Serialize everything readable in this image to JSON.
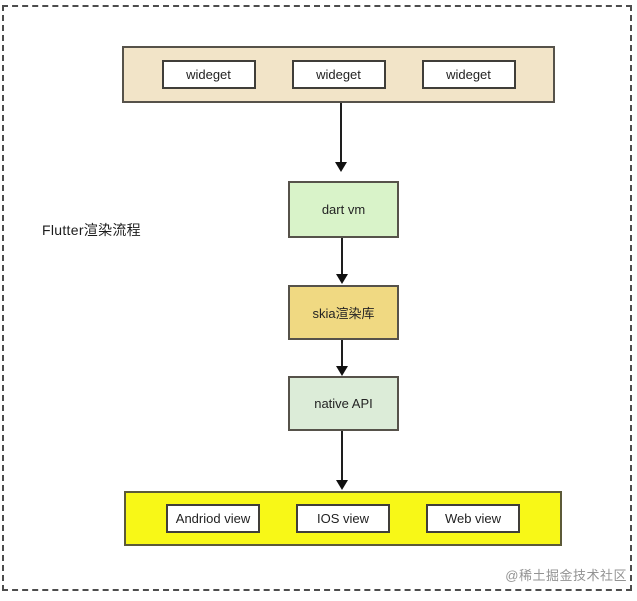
{
  "page": {
    "title": "Flutter渲染流程",
    "watermark": "@稀土掘金技术社区",
    "background": "#ffffff",
    "frame_border": "#4d4d4d"
  },
  "colors": {
    "widgets_bar": "#f2e4c8",
    "dart_vm": "#d9f3c9",
    "skia": "#f0d982",
    "native_api": "#dcecd8",
    "platform_bar": "#f8f817",
    "inner_box_fill": "#ffffff",
    "node_border": "#56524a",
    "arrow": "#1e1e1e",
    "watermark_text": "#939393"
  },
  "diagram": {
    "widget_row": {
      "items": [
        "wideget",
        "wideget",
        "wideget"
      ]
    },
    "nodes": {
      "dart_vm": "dart vm",
      "skia": "skia渲染库",
      "native_api": "native API"
    },
    "platform_row": {
      "items": [
        "Andriod view",
        "IOS view",
        "Web view"
      ]
    },
    "edges": [
      {
        "from": "widget-row",
        "to": "dart-vm"
      },
      {
        "from": "dart-vm",
        "to": "skia"
      },
      {
        "from": "skia",
        "to": "native-api"
      },
      {
        "from": "native-api",
        "to": "platform-row"
      }
    ]
  }
}
